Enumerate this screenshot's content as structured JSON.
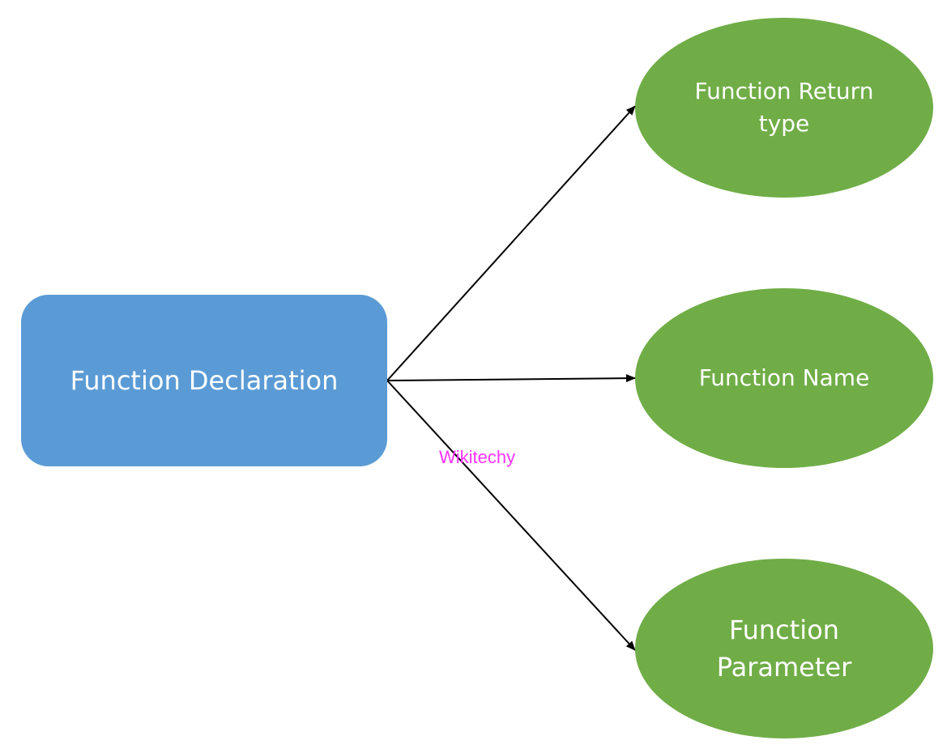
{
  "source": {
    "label": "Function Declaration",
    "color": "#5b9bd5"
  },
  "targets": [
    {
      "id": "return",
      "label": "Function Return type"
    },
    {
      "id": "name",
      "label": "Function Name"
    },
    {
      "id": "param",
      "label": "Function Parameter"
    }
  ],
  "target_color": "#70ad47",
  "text_color": "#ffffff",
  "arrow_color": "#000000",
  "edges": [
    {
      "from": "source",
      "to": "return"
    },
    {
      "from": "source",
      "to": "name"
    },
    {
      "from": "source",
      "to": "param"
    }
  ],
  "watermark": {
    "text": "Wikitechy",
    "color": "#ff33ff"
  }
}
